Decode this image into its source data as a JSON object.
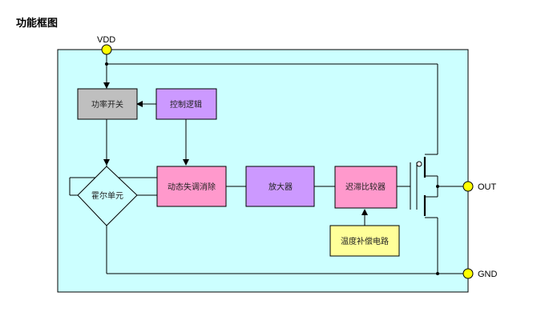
{
  "title": "功能框图",
  "pins": {
    "vdd": "VDD",
    "out": "OUT",
    "gnd": "GND"
  },
  "blocks": {
    "power_switch": "功率开关",
    "control_logic": "控制逻辑",
    "hall_element": "霍尔单元",
    "dynamic_offset_cancel": "动态失调消除",
    "amplifier": "放大器",
    "hysteresis_comparator": "迟滞比较器",
    "temp_compensation": "温度补偿电路"
  },
  "colors": {
    "package_fill": "#ccffff",
    "power_switch_fill": "#bfbfbf",
    "control_logic_fill": "#cc99ff",
    "dynamic_offset_fill": "#ff99cc",
    "amplifier_fill": "#cc99ff",
    "comparator_fill": "#ff99cc",
    "temp_comp_fill": "#ffff99",
    "pin_fill": "#ffff00"
  }
}
